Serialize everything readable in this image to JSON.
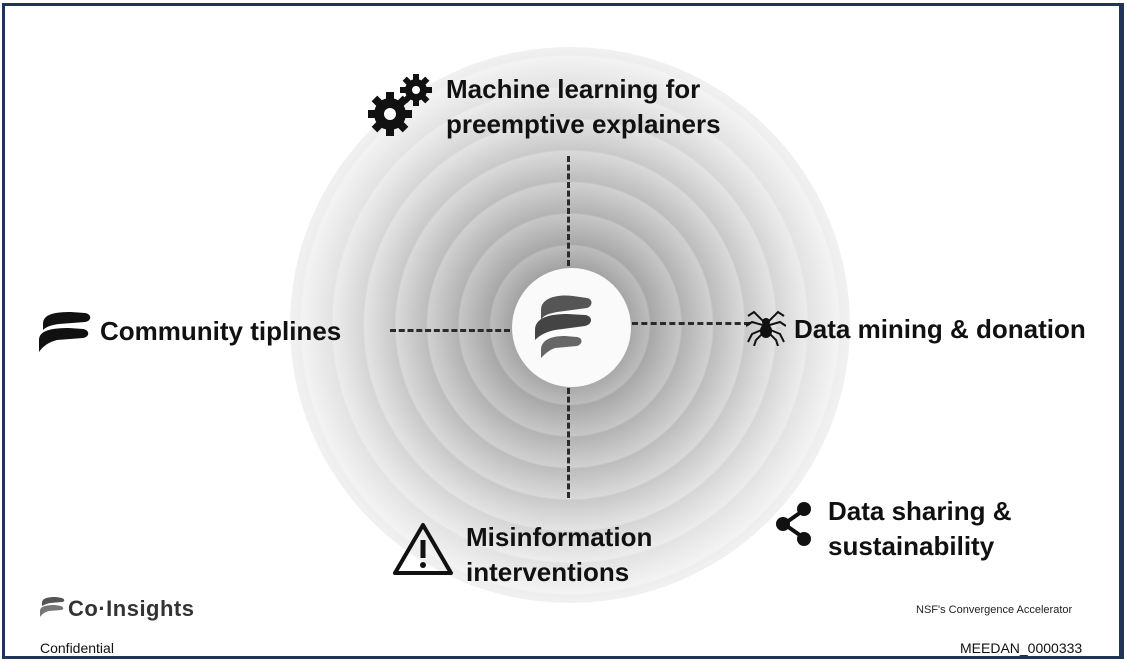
{
  "quadrants": {
    "top": {
      "line1": "Machine learning for",
      "line2": "preemptive explainers",
      "icon": "gears-icon"
    },
    "left": {
      "label": "Community tiplines",
      "icon": "meedan-logo-icon"
    },
    "right": {
      "label": "Data mining & donation",
      "icon": "spider-icon"
    },
    "bottom": {
      "line1": "Misinformation",
      "line2": "interventions",
      "icon": "warning-icon"
    },
    "bottom_right": {
      "line1": "Data sharing &",
      "line2": "sustainability",
      "icon": "share-icon"
    }
  },
  "footer": {
    "brand": "Co·Insights",
    "confidential": "Confidential",
    "accelerator": "NSF's Convergence Accelerator",
    "doc_id": "MEEDAN_0000333"
  },
  "colors": {
    "frame": "#22335a",
    "text": "#111111"
  }
}
